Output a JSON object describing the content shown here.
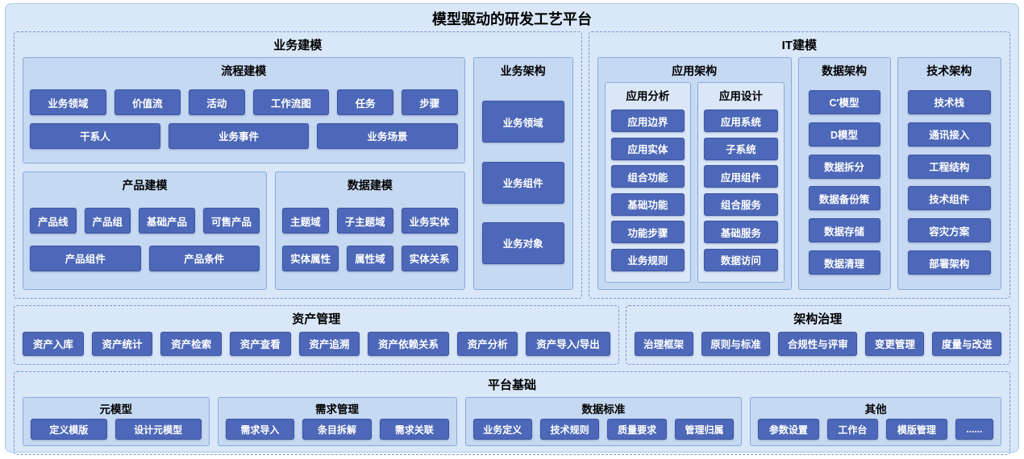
{
  "page": {
    "title": "模型驱动的研发工艺平台"
  },
  "colors": {
    "module_block": "#4d68b8",
    "panel_background": "#d9e7f8",
    "box_background": "#c6d9f2",
    "box_border": "#86abdc",
    "section_dashed_border": "#7594c9"
  },
  "business_modeling": {
    "title": "业务建模",
    "process_modeling": {
      "title": "流程建模",
      "rows": [
        [
          "业务领域",
          "价值流",
          "活动",
          "工作流图",
          "任务",
          "步骤"
        ],
        [
          "干系人",
          "业务事件",
          "业务场景"
        ]
      ]
    },
    "product_modeling": {
      "title": "产品建模",
      "rows": [
        [
          "产品线",
          "产品组",
          "基础产品",
          "可售产品"
        ],
        [
          "产品组件",
          "产品条件"
        ]
      ]
    },
    "data_modeling": {
      "title": "数据建模",
      "rows": [
        [
          "主题域",
          "子主题域",
          "业务实体"
        ],
        [
          "实体属性",
          "属性域",
          "实体关系"
        ]
      ]
    },
    "business_architecture": {
      "title": "业务架构",
      "items": [
        "业务领域",
        "业务组件",
        "业务对象"
      ]
    }
  },
  "it_modeling": {
    "title": "IT建模",
    "application_architecture": {
      "title": "应用架构",
      "analysis": {
        "title": "应用分析",
        "items": [
          "应用边界",
          "应用实体",
          "组合功能",
          "基础功能",
          "功能步骤",
          "业务规则"
        ]
      },
      "design": {
        "title": "应用设计",
        "items": [
          "应用系统",
          "子系统",
          "应用组件",
          "组合服务",
          "基础服务",
          "数据访问"
        ]
      }
    },
    "data_architecture": {
      "title": "数据架构",
      "items": [
        "C′模型",
        "D模型",
        "数据拆分",
        "数据备份策",
        "数据存储",
        "数据清理"
      ]
    },
    "technology_architecture": {
      "title": "技术架构",
      "items": [
        "技术栈",
        "通讯接入",
        "工程结构",
        "技术组件",
        "容灾方案",
        "部署架构"
      ]
    }
  },
  "asset_management": {
    "title": "资产管理",
    "items": [
      "资产入库",
      "资产统计",
      "资产检索",
      "资产查看",
      "资产追溯",
      "资产依赖关系",
      "资产分析",
      "资产导入/导出"
    ]
  },
  "architecture_governance": {
    "title": "架构治理",
    "items": [
      "治理框架",
      "原则与标准",
      "合规性与评审",
      "变更管理",
      "度量与改进"
    ]
  },
  "platform_foundation": {
    "title": "平台基础",
    "meta_model": {
      "title": "元模型",
      "items": [
        "定义模版",
        "设计元模型"
      ]
    },
    "requirement_management": {
      "title": "需求管理",
      "items": [
        "需求导入",
        "条目拆解",
        "需求关联"
      ]
    },
    "data_standard": {
      "title": "数据标准",
      "items": [
        "业务定义",
        "技术规则",
        "质量要求",
        "管理归属"
      ]
    },
    "others": {
      "title": "其他",
      "items": [
        "参数设置",
        "工作台",
        "模版管理",
        "......"
      ]
    }
  }
}
